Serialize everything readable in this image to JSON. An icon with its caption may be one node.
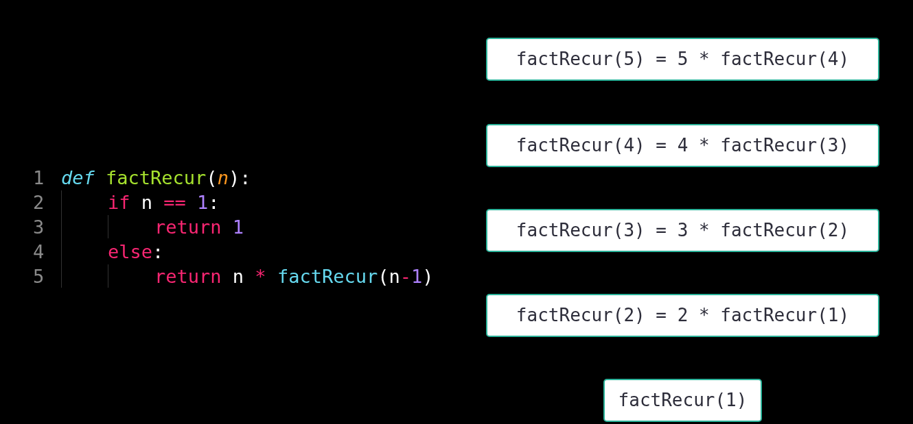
{
  "diagram": {
    "nodes": [
      {
        "text": [
          "factRecur(5) = 5 * factRecur(4)"
        ]
      },
      {
        "text": [
          "factRecur(4) = 4 * factRecur(3)"
        ]
      },
      {
        "text": [
          "factRecur(3) = 3 * factRecur(2)"
        ]
      },
      {
        "text": [
          "factRecur(2) = 2 * factRecur(1)"
        ]
      },
      {
        "text": [
          "factRecur(1)"
        ]
      }
    ],
    "labels": [
      "1",
      "def factRecur(n):",
      "2",
      "if n == 1:",
      "3",
      "return 1",
      "4",
      "else:",
      "5",
      "return n * factRecur(n-1)"
    ]
  }
}
